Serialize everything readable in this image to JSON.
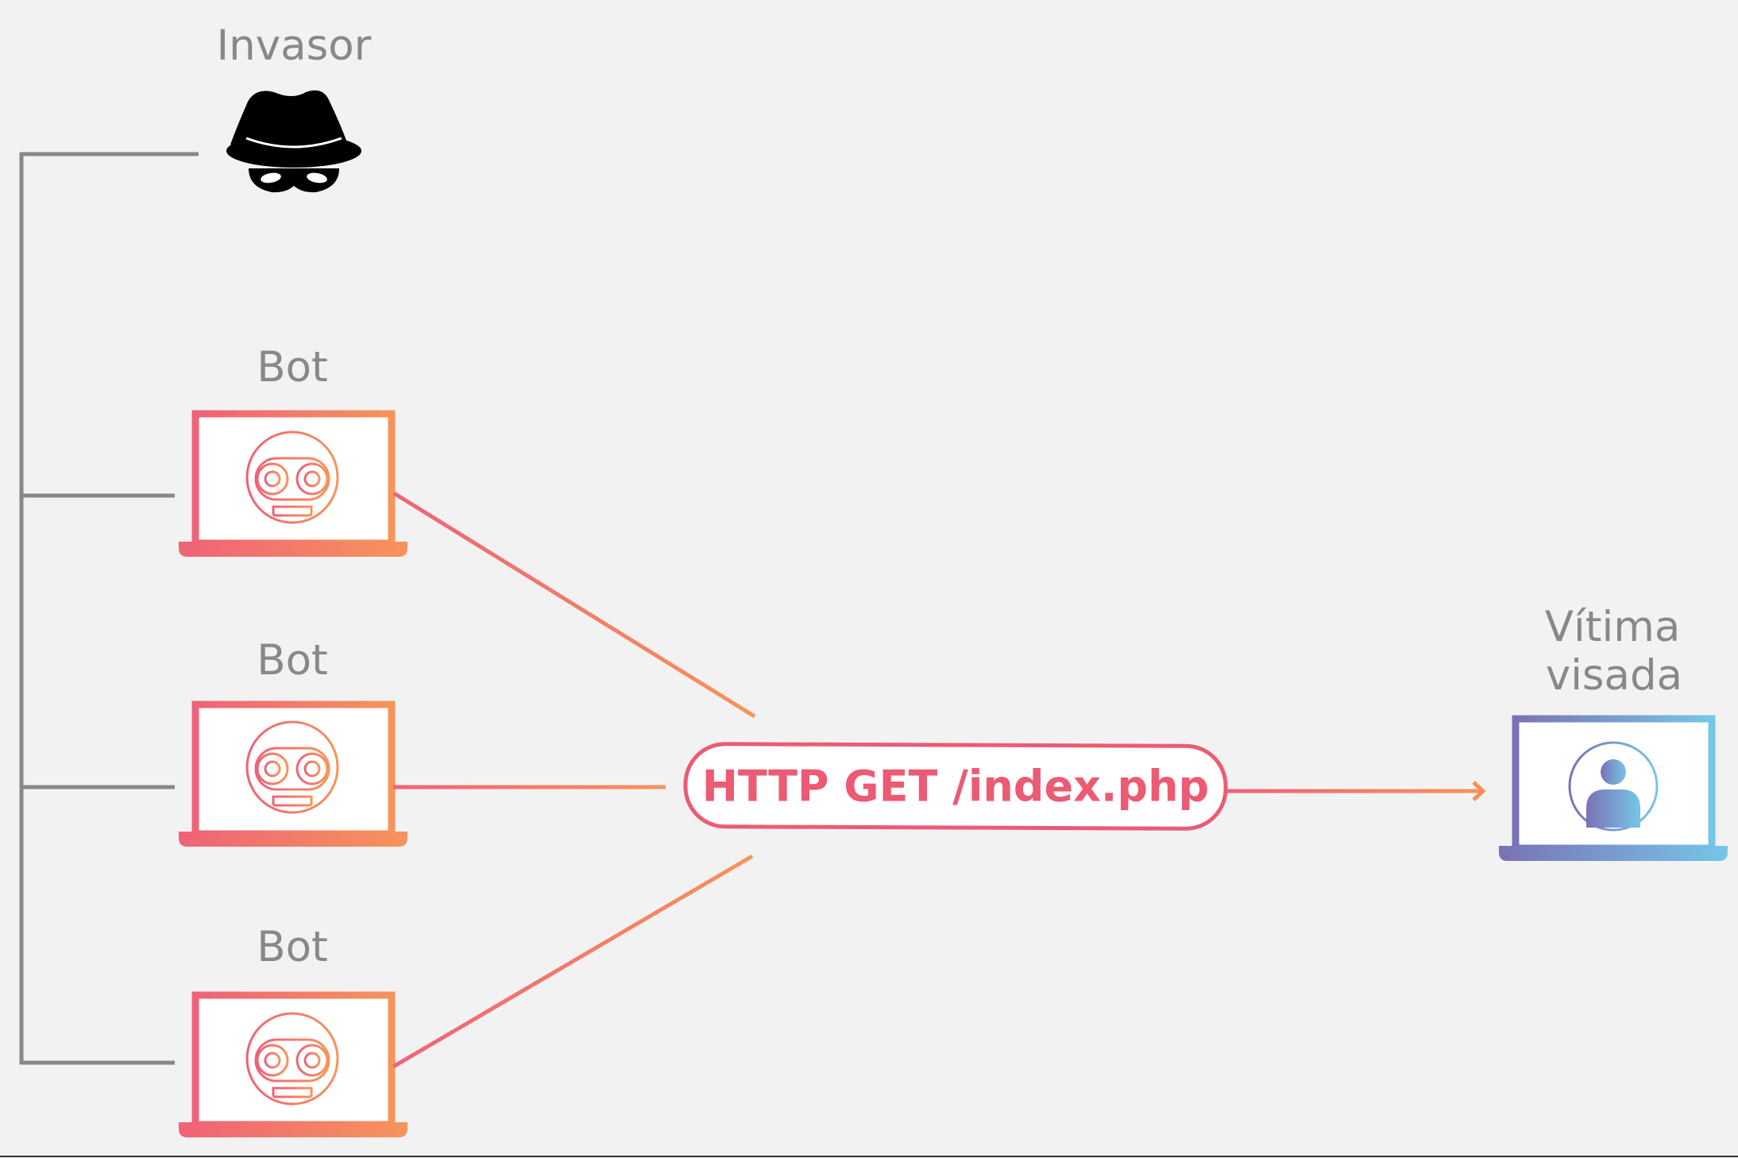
{
  "diagram": {
    "attacker": {
      "label": "Invasor",
      "icon": "spy-hat-mask-icon"
    },
    "bots": [
      {
        "label": "Bot",
        "icon": "robot-face-icon"
      },
      {
        "label": "Bot",
        "icon": "robot-face-icon"
      },
      {
        "label": "Bot",
        "icon": "robot-face-icon"
      }
    ],
    "request": {
      "label": "HTTP GET /index.php"
    },
    "victim": {
      "label_line1": "Vítima",
      "label_line2": "visada",
      "icon": "user-icon"
    },
    "colors": {
      "background": "#f2f2f2",
      "connector_gray": "#888888",
      "accent_pink": "#ec5b73",
      "accent_orange": "#f5915a",
      "victim_purple": "#7b76b8",
      "victim_blue": "#74c3e4"
    }
  }
}
